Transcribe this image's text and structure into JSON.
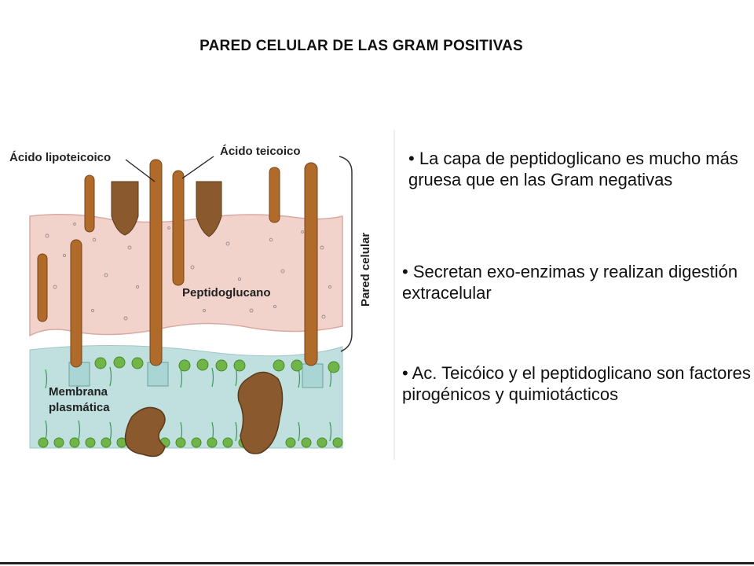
{
  "slide": {
    "title": "PARED CELULAR DE LAS GRAM POSITIVAS"
  },
  "diagram": {
    "labels": {
      "lipoteichoic_acid": "Ácido lipoteicoico",
      "teichoic_acid": "Ácido teicoico",
      "cell_wall": "Pared celular",
      "peptidoglycan": "Peptidoglucano",
      "membrane_line1": "Membrana",
      "membrane_line2": "plasmática"
    },
    "colors": {
      "peptidoglycan_layer": "#f2d3cc",
      "membrane_layer": "#bfe0df",
      "teichoic_rods": "#b06a2a",
      "proteins": "#8a5a2e",
      "lipid_heads": "#6fb548",
      "lipid_tails": "#3a9a52"
    }
  },
  "bullets": [
    {
      "text": "La capa de peptidoglicano es mucho más gruesa que en las Gram negativas"
    },
    {
      "text": "Secretan exo-enzimas y realizan digestión extracelular"
    },
    {
      "text": "Ac. Teicóico y el peptidoglicano son factores pirogénicos y quimiotácticos"
    }
  ]
}
